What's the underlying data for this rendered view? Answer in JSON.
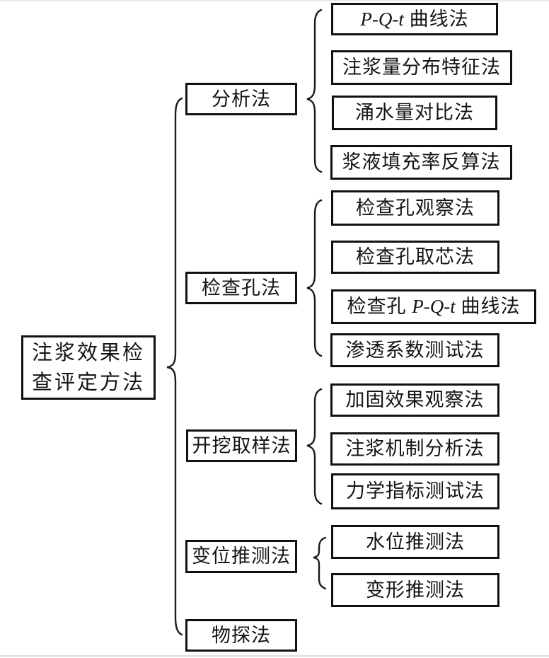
{
  "figure": {
    "title_node": {
      "line1": "注浆效果检",
      "line2": "查评定方法",
      "full_label": "注浆效果检查评定方法"
    },
    "groups": [
      {
        "label": "分析法",
        "children": [
          {
            "label": "P-Q-t 曲线法",
            "pre": "",
            "italic": "P-Q-t",
            "post": " 曲线法"
          },
          {
            "label": "注浆量分布特征法"
          },
          {
            "label": "涌水量对比法"
          },
          {
            "label": "浆液填充率反算法"
          }
        ]
      },
      {
        "label": "检查孔法",
        "children": [
          {
            "label": "检查孔观察法"
          },
          {
            "label": "检查孔取芯法"
          },
          {
            "label": "检查孔 P-Q-t 曲线法",
            "pre": "检查孔 ",
            "italic": "P-Q-t",
            "post": " 曲线法"
          },
          {
            "label": "渗透系数测试法"
          }
        ]
      },
      {
        "label": "开挖取样法",
        "children": [
          {
            "label": "加固效果观察法"
          },
          {
            "label": "注浆机制分析法"
          },
          {
            "label": "力学指标测试法"
          }
        ]
      },
      {
        "label": "变位推测法",
        "children": [
          {
            "label": "水位推测法"
          },
          {
            "label": "变形推测法"
          }
        ]
      },
      {
        "label": "物探法",
        "children": []
      }
    ],
    "colors": {
      "ink": "#141414",
      "box_border": "#111111",
      "background": "#ffffff",
      "top_rule": "#ebebeb",
      "bottom_rule": "#d9dfe4"
    }
  }
}
